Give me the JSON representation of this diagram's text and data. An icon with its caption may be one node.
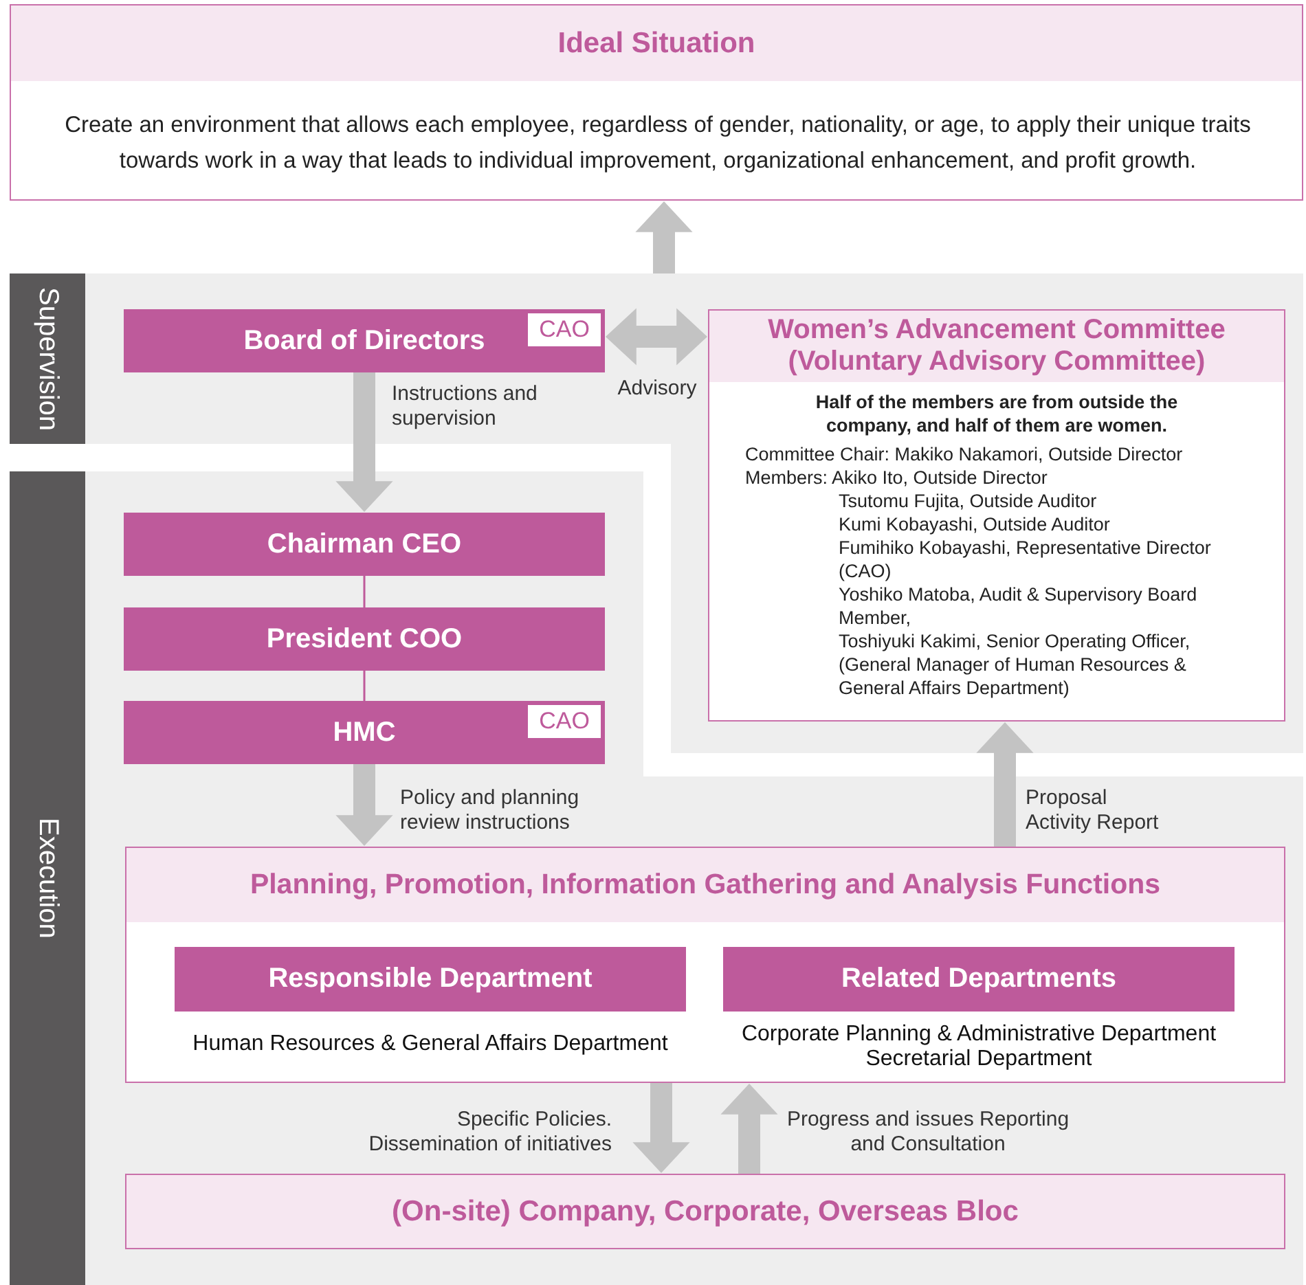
{
  "diagram": {
    "nodes": [
      {
        "text": [
          "Ideal Situation",
          "Create an environment that allows each employee, regardless of gender, nationality, or age, to apply their unique traits towards work in a way that leads to individual improvement, organizational enhancement, and profit growth."
        ]
      },
      {
        "text": [
          "Supervision"
        ]
      },
      {
        "text": [
          "Board of Directors"
        ],
        "in": 1
      },
      {
        "text": [
          "CAO"
        ],
        "in": 2
      },
      {
        "text": [
          "Women’s Advancement Committee (Voluntary Advisory Committee)",
          "Half of the members are from outside the company, and half of them are women.",
          "Committee Chair: Makiko Nakamori, Outside Director",
          "Members: Akiko Ito, Outside Director",
          "Tsutomu Fujita, Outside Auditor",
          "Kumi Kobayashi, Outside Auditor",
          "Fumihiko Kobayashi, Representative Director (CAO)",
          "Yoshiko Matoba, Audit & Supervisory Board Member,",
          "Toshiyuki Kakimi, Senior Operating Officer, (General Manager of Human Resources & General Affairs Department)"
        ],
        "in": 1
      },
      {
        "text": [
          "Execution"
        ]
      },
      {
        "text": [
          "Chairman CEO"
        ],
        "in": 5
      },
      {
        "text": [
          "President COO"
        ],
        "in": 5
      },
      {
        "text": [
          "HMC"
        ],
        "in": 5
      },
      {
        "text": [
          "CAO"
        ],
        "in": 8
      },
      {
        "text": [
          "Planning, Promotion, Information Gathering and Analysis Functions"
        ],
        "in": 5
      },
      {
        "text": [
          "Responsible Department"
        ],
        "in": 10,
        "beside": [
          "Human Resources & General Affairs Department"
        ]
      },
      {
        "text": [
          "Related Departments"
        ],
        "in": 10,
        "beside": [
          "Corporate Planning & Administrative Department",
          "Secretarial Department"
        ]
      },
      {
        "text": [
          "(On-site) Company, Corporate, Overseas Bloc"
        ],
        "in": 5
      }
    ],
    "edges": [
      {
        "from": 1,
        "to": 0,
        "arrow": "to"
      },
      {
        "from": 2,
        "to": 4,
        "arrow": "both",
        "label": "Advisory"
      },
      {
        "from": 2,
        "to": 6,
        "arrow": "to",
        "label": "Instructions and supervision"
      },
      {
        "from": 6,
        "to": 7,
        "arrow": "none",
        "color": "#be5a9b"
      },
      {
        "from": 7,
        "to": 8,
        "arrow": "none",
        "color": "#be5a9b"
      },
      {
        "from": 8,
        "to": 10,
        "arrow": "to",
        "label": "Policy and planning review instructions"
      },
      {
        "from": 10,
        "to": 4,
        "arrow": "to",
        "label": "Proposal Activity Report"
      },
      {
        "from": 10,
        "to": 13,
        "arrow": "to",
        "label": "Specific Policies. Dissemination of initiatives"
      },
      {
        "from": 13,
        "to": 10,
        "arrow": "to",
        "label": "Progress and issues Reporting and Consultation"
      }
    ]
  }
}
